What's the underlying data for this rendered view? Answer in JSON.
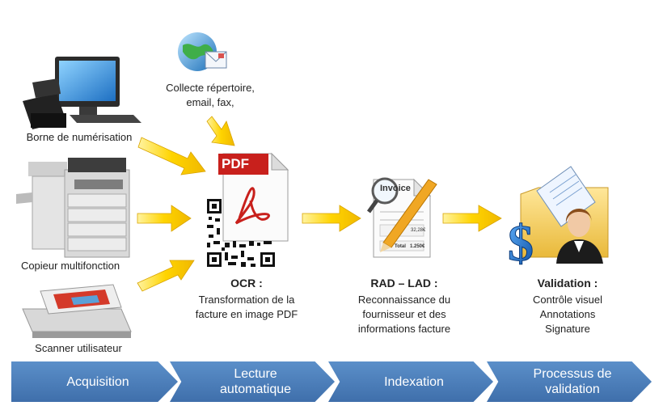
{
  "sources": {
    "borne": "Borne de numérisation",
    "copieur": "Copieur multifonction",
    "scanner": "Scanner utilisateur",
    "collecte_line1": "Collecte répertoire,",
    "collecte_line2": "email, fax,"
  },
  "ocr": {
    "pdf_badge": "PDF",
    "title": "OCR  :",
    "line1": "Transformation de la",
    "line2": "facture en image PDF"
  },
  "rad": {
    "invoice_word": "Invoice",
    "row1": "32,28€",
    "total_label": "Total",
    "total_value": "1.250€",
    "title": "RAD – LAD  :",
    "line1": "Reconnaissance du",
    "line2": "fournisseur et des",
    "line3": "informations  facture"
  },
  "validation": {
    "title": "Validation :",
    "line1": "Contrôle visuel",
    "line2": "Annotations",
    "line3": "Signature"
  },
  "stages": [
    {
      "line1": "Acquisition",
      "line2": ""
    },
    {
      "line1": "Lecture",
      "line2": "automatique"
    },
    {
      "line1": "Indexation",
      "line2": ""
    },
    {
      "line1": "Processus de",
      "line2": "validation"
    }
  ],
  "colors": {
    "arrow": "#f2c400",
    "chevron": "#4a7dbb",
    "pdf_red": "#c8201c"
  },
  "icons": [
    "globe-icon",
    "envelope-icon",
    "dollar-icon",
    "user-icon",
    "pencil-icon",
    "magnifier-icon",
    "qr-code-icon"
  ]
}
